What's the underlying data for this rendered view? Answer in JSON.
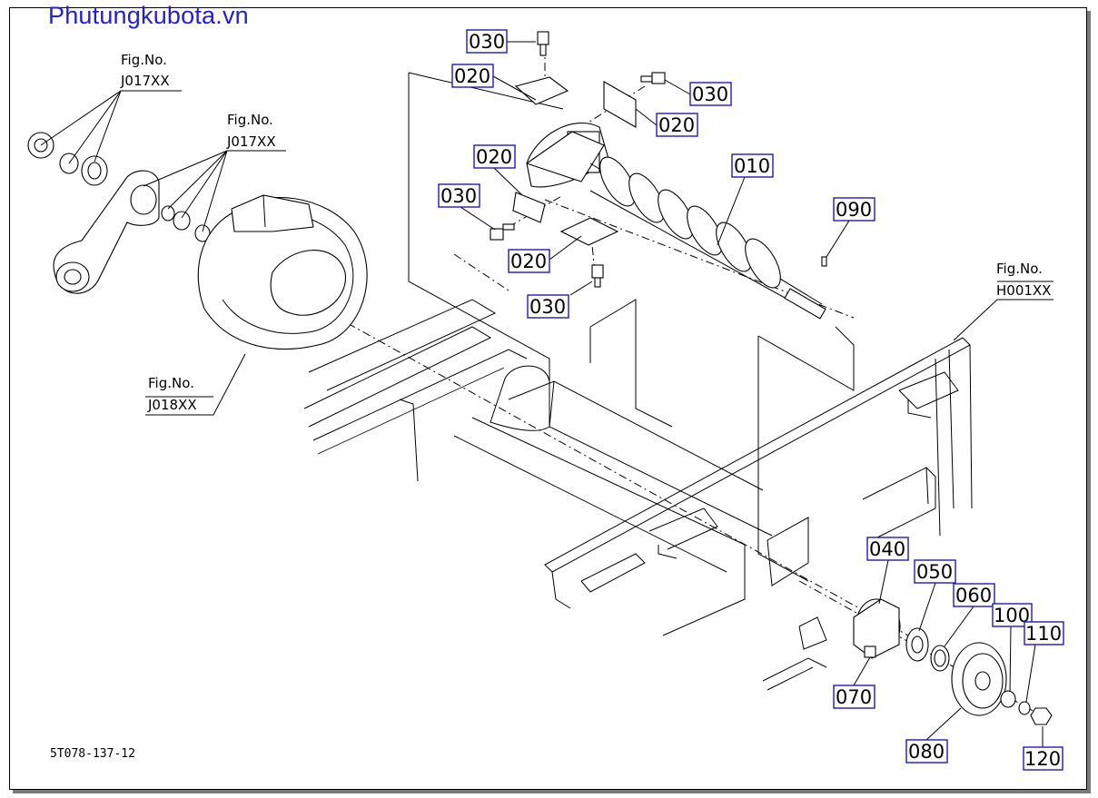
{
  "watermark": "Phutungkubota.vn",
  "drawing_ref": "5T078-137-12",
  "figure_refs": [
    {
      "label": "Fig.No.",
      "code": "J017XX"
    },
    {
      "label": "Fig.No.",
      "code": "J017XX"
    },
    {
      "label": "Fig.No.",
      "code": "J018XX"
    },
    {
      "label": "Fig.No.",
      "code": "H001XX"
    }
  ],
  "part_callouts": [
    "030",
    "020",
    "030",
    "020",
    "020",
    "030",
    "020",
    "030",
    "010",
    "090",
    "040",
    "050",
    "060",
    "100",
    "110",
    "070",
    "080",
    "120"
  ]
}
